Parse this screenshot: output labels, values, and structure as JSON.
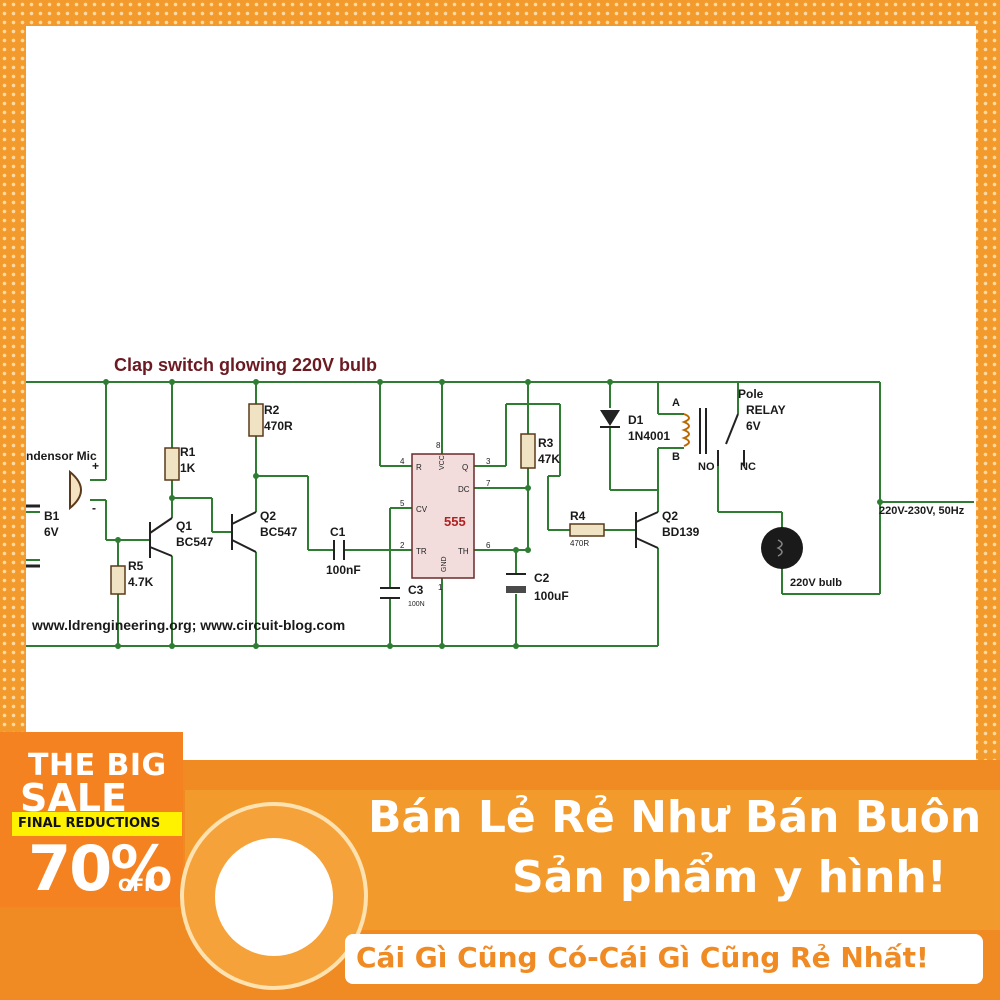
{
  "diagram": {
    "title": "Clap switch glowing 220V bulb",
    "mic_label": "ndensor Mic",
    "plus": "+",
    "minus": "-",
    "b1_name": "B1",
    "b1_value": "6V",
    "r1_name": "R1",
    "r1_value": "1K",
    "r2_name": "R2",
    "r2_value": "470R",
    "r3_name": "R3",
    "r3_value": "47K",
    "r4_name": "R4",
    "r4_value": "470R",
    "r5_name": "R5",
    "r5_value": "4.7K",
    "q1_name": "Q1",
    "q1_value": "BC547",
    "q2_name": "Q2",
    "q2_value": "BC547",
    "q3_name": "Q2",
    "q3_value": "BD139",
    "c1_name": "C1",
    "c1_value": "100nF",
    "c2_name": "C2",
    "c2_value": "100uF",
    "c3_name": "C3",
    "c3_value": "100N",
    "ic_name": "555",
    "ic_pins": {
      "r": "R",
      "vcc": "VCC",
      "q": "Q",
      "dc": "DC",
      "cv": "CV",
      "tr": "TR",
      "gnd": "GND",
      "th": "TH",
      "p4": "4",
      "p8": "8",
      "p3": "3",
      "p7": "7",
      "p5": "5",
      "p2": "2",
      "p6": "6",
      "p1": "1"
    },
    "d1_name": "D1",
    "d1_value": "1N4001",
    "relay_pole": "Pole",
    "relay_name": "RELAY",
    "relay_value": "6V",
    "relay_a": "A",
    "relay_b": "B",
    "relay_no": "NO",
    "relay_nc": "NC",
    "bulb_label": "220V bulb",
    "mains_label": "220V-230V, 50Hz",
    "credit": "www.ldrengineering.org; www.circuit-blog.com"
  },
  "banner": {
    "sale_the": "THE BIG",
    "sale_big": "SALE",
    "sale_final": "FINAL REDUCTIONS",
    "sale_pct": "70%",
    "sale_off": "OFF",
    "headline_1": "Bán Lẻ Rẻ Như Bán Buôn",
    "headline_2": "Sản phẩm y hình!",
    "slogan": "Cái Gì Cũng Có-Cái Gì Cũng Rẻ Nhất!"
  },
  "colors": {
    "wire": "#2e7d32",
    "ic_fill": "#f3dcdc",
    "ic_text": "#b02020",
    "title": "#6b1a22",
    "banner": "#f08a22",
    "sale_strip": "#fff200"
  }
}
